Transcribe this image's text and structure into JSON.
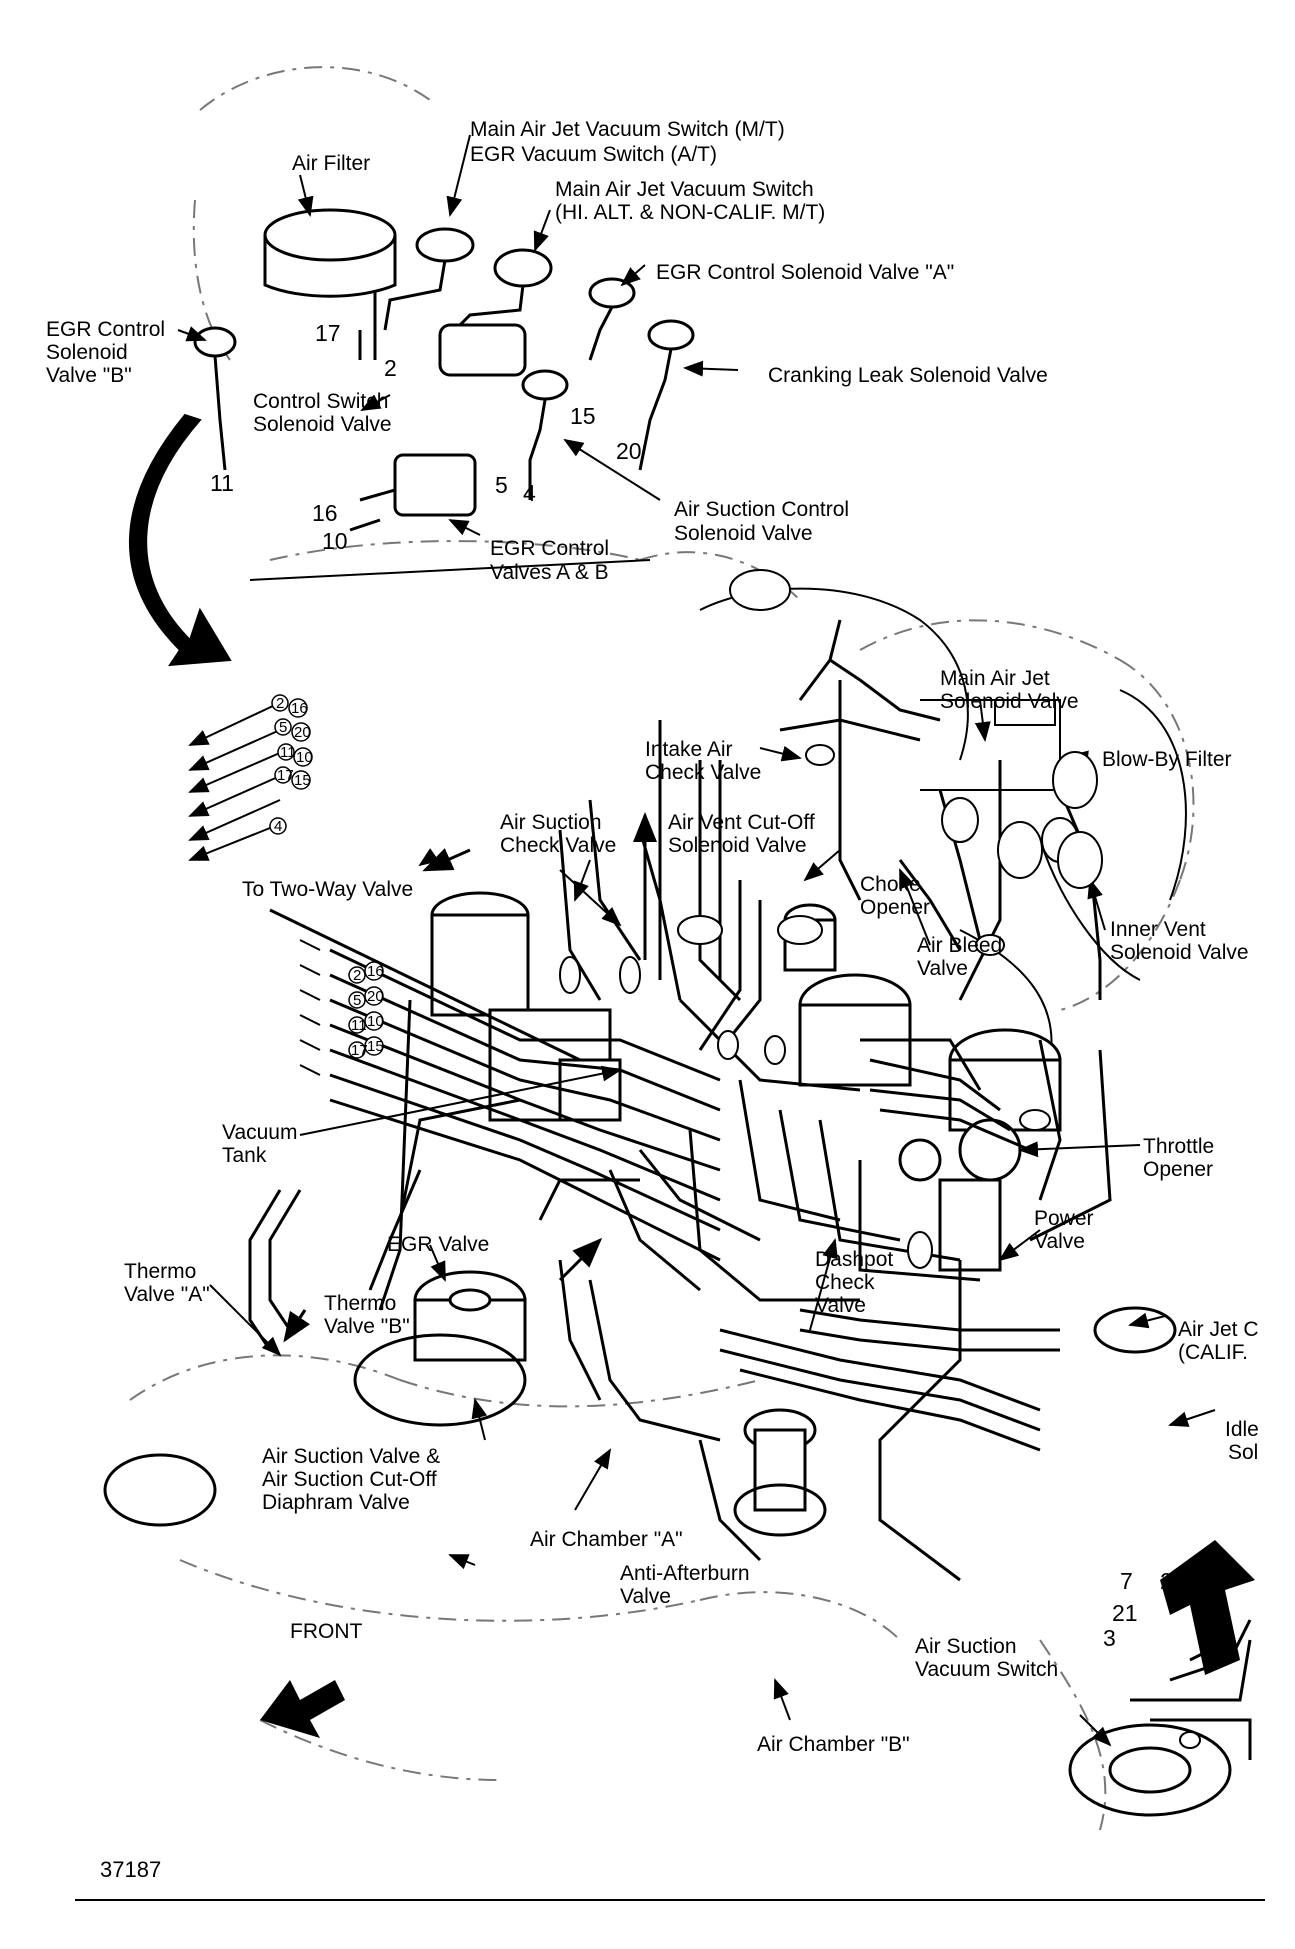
{
  "figure_id": "37187",
  "labels": {
    "main_air_jet_vac_switch_mt": "Main Air Jet Vacuum Switch (M/T)",
    "egr_vac_switch_at": "EGR Vacuum Switch (A/T)",
    "air_filter": "Air Filter",
    "main_air_jet_vac_switch_hi_1": "Main Air Jet Vacuum Switch",
    "main_air_jet_vac_switch_hi_2": "(HI. ALT. & NON-CALIF. M/T)",
    "egr_ctrl_sol_a": "EGR Control Solenoid Valve \"A\"",
    "egr_ctrl_sol_b_1": "EGR Control",
    "egr_ctrl_sol_b_2": "Solenoid",
    "egr_ctrl_sol_b_3": "Valve \"B\"",
    "cranking_leak": "Cranking Leak Solenoid Valve",
    "ctrl_switch_sol_1": "Control Switch",
    "ctrl_switch_sol_2": "Solenoid Valve",
    "air_suction_ctrl_1": "Air Suction Control",
    "air_suction_ctrl_2": "Solenoid Valve",
    "egr_ctrl_valves_1": "EGR Control",
    "egr_ctrl_valves_2": "Valves A & B",
    "main_air_jet_sol_1": "Main Air Jet",
    "main_air_jet_sol_2": "Solenoid Valve",
    "intake_air_check_1": "Intake Air",
    "intake_air_check_2": "Check Valve",
    "blow_by_filter": "Blow-By Filter",
    "air_suction_check_1": "Air Suction",
    "air_suction_check_2": "Check Valve",
    "air_vent_cutoff_1": "Air Vent Cut-Off",
    "air_vent_cutoff_2": "Solenoid Valve",
    "to_two_way": "To Two-Way Valve",
    "choke_opener_1": "Choke",
    "choke_opener_2": "Opener",
    "air_bleed_1": "Air Bleed",
    "air_bleed_2": "Valve",
    "inner_vent_1": "Inner Vent",
    "inner_vent_2": "Solenoid Valve",
    "vacuum_tank_1": "Vacuum",
    "vacuum_tank_2": "Tank",
    "throttle_opener_1": "Throttle",
    "throttle_opener_2": "Opener",
    "power_valve_1": "Power",
    "power_valve_2": "Valve",
    "egr_valve": "EGR Valve",
    "thermo_a_1": "Thermo",
    "thermo_a_2": "Valve \"A\"",
    "thermo_b_1": "Thermo",
    "thermo_b_2": "Valve \"B\"",
    "dashpot_1": "Dashpot",
    "dashpot_2": "Check",
    "dashpot_3": "Valve",
    "air_jet_calif_1": "Air Jet C",
    "air_jet_calif_2": "(CALIF.",
    "idle_sol_1": "Idle",
    "idle_sol_2": "Sol",
    "air_suction_valve_1": "Air Suction Valve &",
    "air_suction_valve_2": "Air Suction Cut-Off",
    "air_suction_valve_3": "Diaphram Valve",
    "air_chamber_a": "Air Chamber \"A\"",
    "anti_afterburn_1": "Anti-Afterburn",
    "anti_afterburn_2": "Valve",
    "front": "FRONT",
    "air_suction_vac_sw_1": "Air Suction",
    "air_suction_vac_sw_2": "Vacuum Switch",
    "air_chamber_b": "Air Chamber \"B\""
  },
  "numbers": {
    "n17": "17",
    "n2": "2",
    "n11": "11",
    "n15": "15",
    "n20": "20",
    "n5": "5",
    "n4": "4",
    "n16": "16",
    "n10": "10",
    "br7": "7",
    "br20": "20",
    "br21": "21",
    "br3": "3"
  },
  "circled_left_a": [
    "2",
    "16",
    "5",
    "20",
    "11",
    "10",
    "17",
    "15",
    "4"
  ],
  "circled_left_b": [
    "2",
    "16",
    "5",
    "20",
    "11",
    "10",
    "17",
    "15"
  ],
  "colors": {
    "ink": "#000000",
    "paper": "#ffffff",
    "faint": "#666666"
  }
}
